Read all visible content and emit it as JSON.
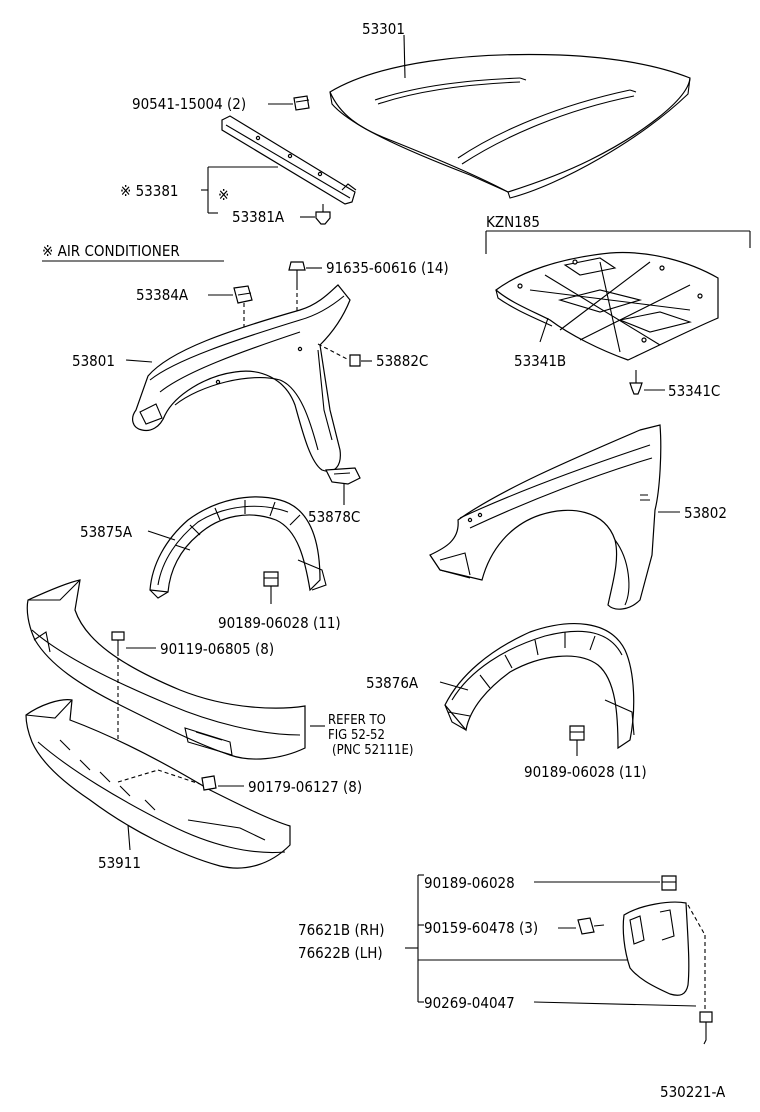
{
  "labels": {
    "hood": "53301",
    "hood_cushion": "90541-15004 (2)",
    "seal_main": "※ 53381",
    "seal_mark": "※",
    "seal_clip": "53381A",
    "air_conditioner": "※ AIR CONDITIONER",
    "variant": "KZN185",
    "clip_91635": "91635-60616 (14)",
    "bracket_53384A": "53384A",
    "apron_53801": "53801",
    "clip_53882C": "53882C",
    "shield_53341B": "53341B",
    "clip_53341C": "53341C",
    "bracket_53878C": "53878C",
    "liner_53875A": "53875A",
    "fender_53802": "53802",
    "clip_90189_11a": "90189-06028 (11)",
    "bolt_90119": "90119-06805 (8)",
    "liner_53876A": "53876A",
    "refer_1": "REFER TO",
    "refer_2": "FIG 52-52",
    "refer_3": "(PNC 52111E)",
    "clip_90189_11b": "90189-06028 (11)",
    "nut_90179": "90179-06127 (8)",
    "bumper_53911": "53911",
    "flap_clip_90189": "90189-06028",
    "flap_rh": "76621B (RH)",
    "flap_lh": "76622B (LH)",
    "flap_screw_90159": "90159-60478 (3)",
    "flap_rivet_90269": "90269-04047",
    "diagram_id": "530221-A"
  }
}
